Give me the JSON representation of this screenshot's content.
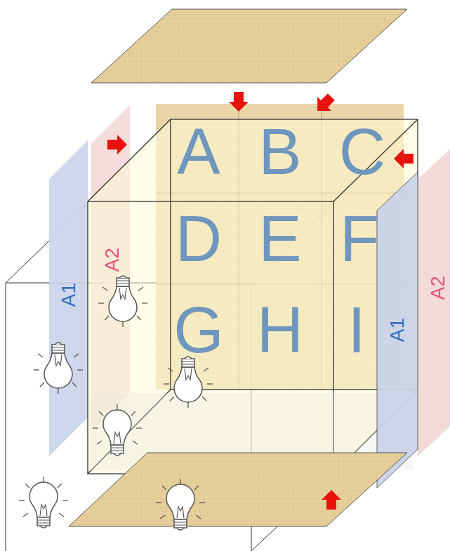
{
  "diagram": {
    "labels": [
      "A",
      "B",
      "C",
      "A2",
      "D",
      "E",
      "F",
      "A1",
      "G",
      "H",
      "I",
      "A1",
      "A2"
    ]
  }
}
